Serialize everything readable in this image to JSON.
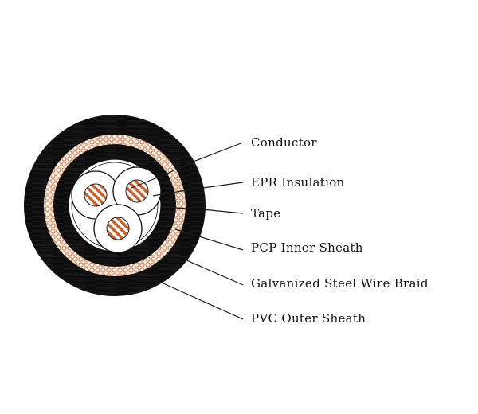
{
  "diagram": {
    "title": "Cable cross-section",
    "colors": {
      "sheath": "#0d0d0d",
      "copper": "#c8642e",
      "braid_wire": "#d07a45",
      "background": "#ffffff"
    },
    "labels": [
      {
        "id": "conductor",
        "text": "Conductor"
      },
      {
        "id": "epr-insulation",
        "text": "EPR Insulation"
      },
      {
        "id": "tape",
        "text": "Tape"
      },
      {
        "id": "pcp-inner-sheath",
        "text": "PCP Inner Sheath"
      },
      {
        "id": "galvanized-steel-wire-braid",
        "text": "Galvanized Steel Wire Braid"
      },
      {
        "id": "pvc-outer-sheath",
        "text": "PVC Outer Sheath"
      }
    ]
  }
}
